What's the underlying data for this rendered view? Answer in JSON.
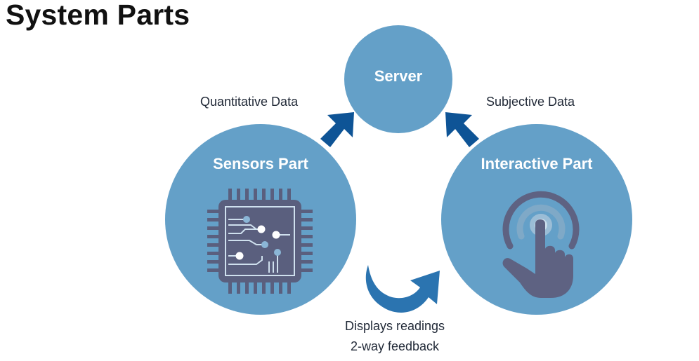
{
  "title": "System Parts",
  "colors": {
    "circle_fill": "#64a0c8",
    "arrow_dark": "#0e5496",
    "arrow_mid": "#2b74b0",
    "chip_body": "#5a5f7e",
    "chip_line": "#cfe0ee",
    "hand": "#5e6282",
    "ring_light": "#9bbdd6",
    "ring_mid": "#7fa9c7"
  },
  "nodes": {
    "server": {
      "label": "Server"
    },
    "sensors": {
      "label": "Sensors Part",
      "icon": "microchip-icon"
    },
    "interactive": {
      "label": "Interactive Part",
      "icon": "touch-hand-icon"
    }
  },
  "edges": {
    "sensors_to_server": {
      "label": "Quantitative Data"
    },
    "interactive_to_server": {
      "label": "Subjective Data"
    },
    "feedback": {
      "line1": "Displays readings",
      "line2": "2-way feedback"
    }
  }
}
